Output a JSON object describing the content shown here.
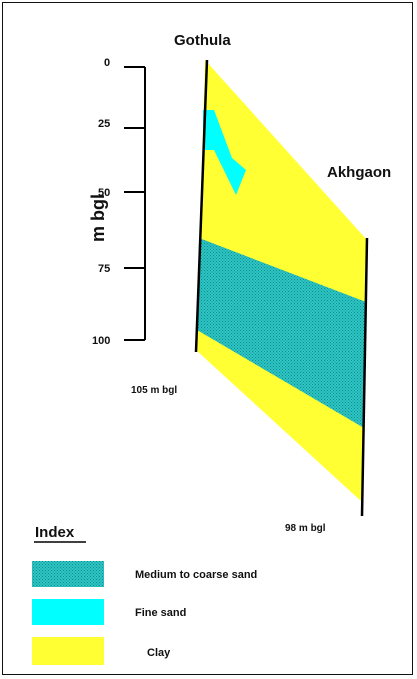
{
  "wells": [
    {
      "name": "Gothula",
      "depth_label": "105 m bgl"
    },
    {
      "name": "Akhgaon",
      "depth_label": "98 m bgl"
    }
  ],
  "axis": {
    "label": "m bgl",
    "ticks": [
      "0",
      "25",
      "50",
      "75",
      "100"
    ]
  },
  "index": {
    "title": "Index",
    "items": [
      {
        "label": "Medium to coarse sand",
        "color": "#2ec4c4",
        "pattern": "dotted"
      },
      {
        "label": "Fine sand",
        "color": "#00ffff",
        "pattern": "solid"
      },
      {
        "label": "Clay",
        "color": "#ffff33",
        "pattern": "solid"
      }
    ]
  }
}
